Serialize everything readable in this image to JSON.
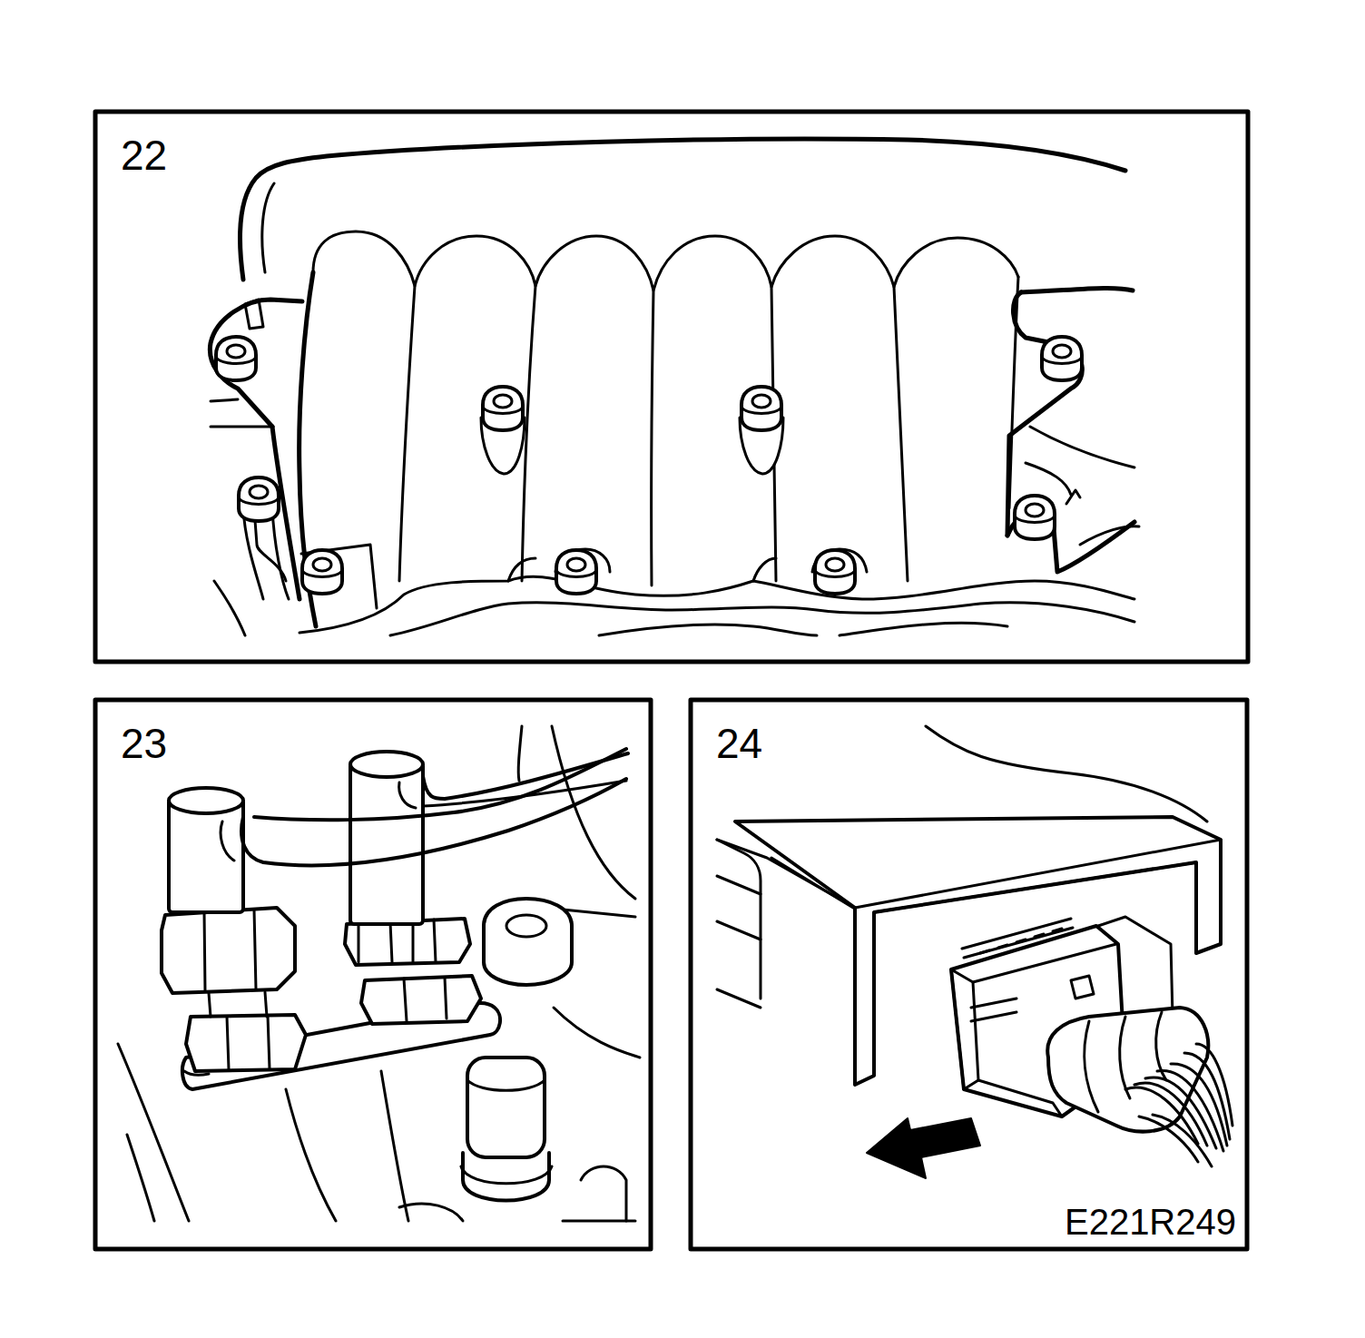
{
  "diagram": {
    "labels": [
      "22",
      "23",
      "24",
      "E221R249"
    ]
  }
}
